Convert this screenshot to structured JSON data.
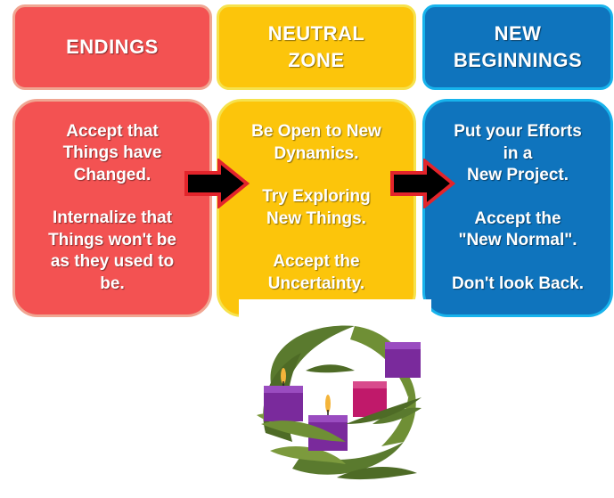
{
  "columns": [
    {
      "header": "ENDINGS",
      "color": "#f35252",
      "paragraphs": [
        "Accept that\nThings have\nChanged.",
        "Internalize that\nThings won't be\nas they used to\nbe."
      ]
    },
    {
      "header": "NEUTRAL\nZONE",
      "color": "#fcc50b",
      "paragraphs": [
        "Be Open to New\nDynamics.",
        "Try Exploring\nNew Things.",
        "Accept the\nUncertainty."
      ]
    },
    {
      "header": "NEW\nBEGINNINGS",
      "color": "#0f74bd",
      "paragraphs": [
        "Put your Efforts\nin a\nNew Project.",
        "Accept the\n\"New Normal\".",
        "Don't look Back."
      ]
    }
  ],
  "arrows": {
    "fill": "#000000",
    "outline": "#e3242b"
  },
  "image": {
    "description": "advent-wreath-icon",
    "candle_colors": [
      "#7a2a9c",
      "#7a2a9c",
      "#c0196a",
      "#7a2a9c"
    ],
    "leaf_color": "#5a7a2e"
  }
}
